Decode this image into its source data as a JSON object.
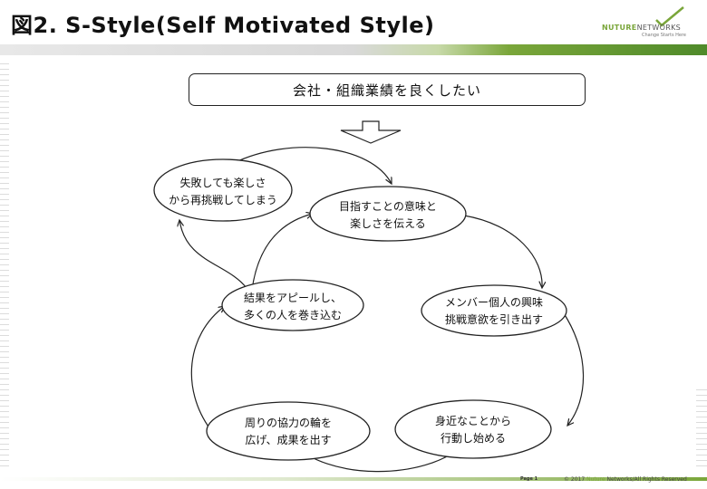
{
  "title": "図2. S-Style(Self Motivated Style)",
  "logo": {
    "brand_green": "NUTURE",
    "brand_dark": "NETWORKS",
    "tagline": "Change Starts Here"
  },
  "goal_box": "会社・組織業績を良くしたい",
  "nodes": [
    {
      "id": "meaning",
      "line1": "目指すことの意味と",
      "line2": "楽しさを伝える"
    },
    {
      "id": "interest",
      "line1": "メンバー個人の興味",
      "line2": "挑戦意欲を引き出す"
    },
    {
      "id": "action",
      "line1": "身近なことから",
      "line2": "行動し始める"
    },
    {
      "id": "cooperation",
      "line1": "周りの協力の輪を",
      "line2": "広げ、成果を出す"
    },
    {
      "id": "appeal",
      "line1": "結果をアピールし、",
      "line2": "多くの人を巻き込む"
    },
    {
      "id": "failure",
      "line1": "失敗しても楽しさ",
      "line2": "から再挑戦してしまう"
    }
  ],
  "footer": {
    "page": "Page 1",
    "copyright_prefix": "© 2017 ",
    "copyright_brand": "Nuture",
    "copyright_suffix": " Networks/All Rights Reserved"
  },
  "colors": {
    "accent_green": "#7aa63a",
    "dark_green": "#4f8a2a"
  }
}
